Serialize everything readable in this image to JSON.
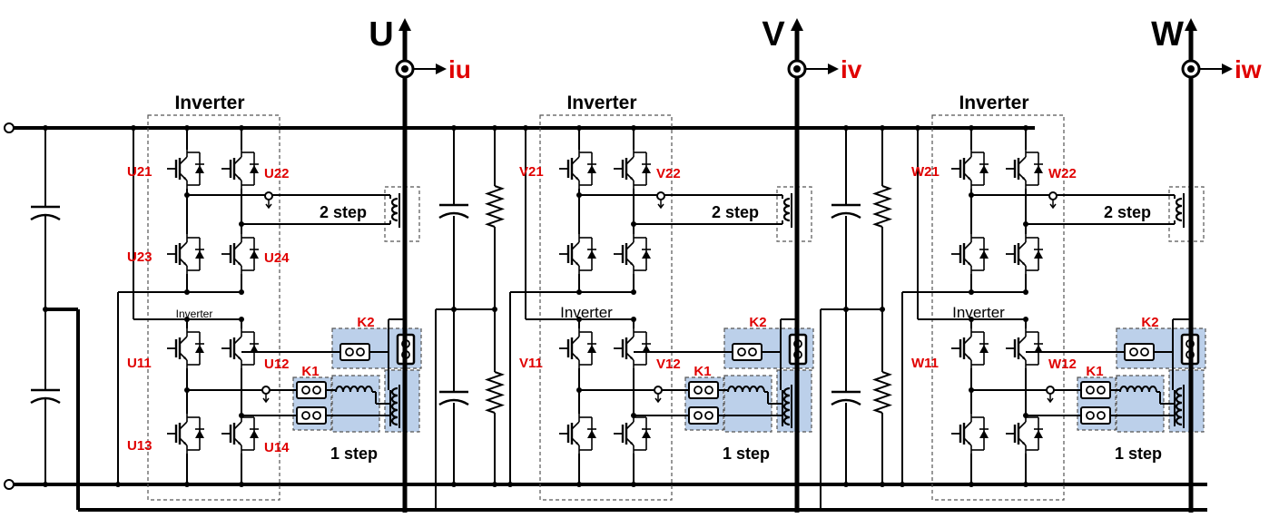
{
  "colors": {
    "red": "#e00000",
    "blue": "#bcd0ea",
    "black": "#000000"
  },
  "phases": [
    {
      "name": "U",
      "current": "iu",
      "inverter_top_label": "Inverter",
      "inverter_mid_label": "Inverter",
      "sw": {
        "s21": "U21",
        "s22": "U22",
        "s23": "U23",
        "s24": "U24",
        "s11": "U11",
        "s12": "U12",
        "s13": "U13",
        "s14": "U14"
      },
      "k1": "K1",
      "k2": "K2",
      "step2": "2 step",
      "step1": "1 step"
    },
    {
      "name": "V",
      "current": "iv",
      "inverter_top_label": "Inverter",
      "inverter_mid_label": "Inverter",
      "sw": {
        "s21": "V21",
        "s22": "V22",
        "s23": "",
        "s24": "",
        "s11": "V11",
        "s12": "V12",
        "s13": "",
        "s14": ""
      },
      "k1": "K1",
      "k2": "K2",
      "step2": "2 step",
      "step1": "1 step"
    },
    {
      "name": "W",
      "current": "iw",
      "inverter_top_label": "Inverter",
      "inverter_mid_label": "Inverter",
      "sw": {
        "s21": "W21",
        "s22": "W22",
        "s23": "",
        "s24": "",
        "s11": "W11",
        "s12": "W12",
        "s13": "",
        "s14": ""
      },
      "k1": "K1",
      "k2": "K2",
      "step2": "2 step",
      "step1": "1 step"
    }
  ]
}
